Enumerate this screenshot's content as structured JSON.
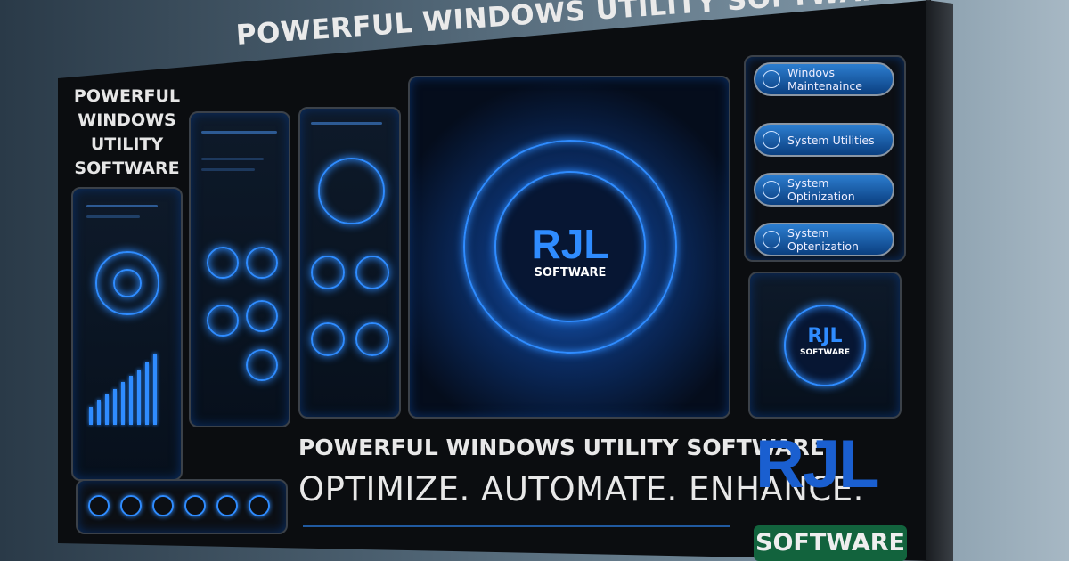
{
  "header": {
    "title": "POWERFUL WINDOWS UTILITY SOFTWARE",
    "side_title": "POWERFUL WINDOWS UTILITY SOFTWARE"
  },
  "center": {
    "logo_main": "RJL",
    "logo_sub": "SOFTWARE"
  },
  "menu": {
    "items": [
      {
        "label": "Windovs Maintenaince",
        "icon": "maintenance-icon"
      },
      {
        "label": "System Utilities",
        "icon": "utilities-icon"
      },
      {
        "label": "System Optinization",
        "icon": "optimization-icon"
      },
      {
        "label": "System Optenization",
        "icon": "circle-icon"
      }
    ]
  },
  "small_logo": {
    "main": "RJL",
    "sub": "SOFTWARE"
  },
  "tagline": {
    "line1": "POWERFUL WINDOWS UTILITY SOFTWARE",
    "line2": "OPTIMIZE. AUTOMATE. ENHANCE."
  },
  "brand": {
    "main": "RJL",
    "sub": "SOFTWARE",
    "main_color": "#1a5fd0",
    "sub_bg": "#12633d"
  },
  "accent": "#2f8cff"
}
